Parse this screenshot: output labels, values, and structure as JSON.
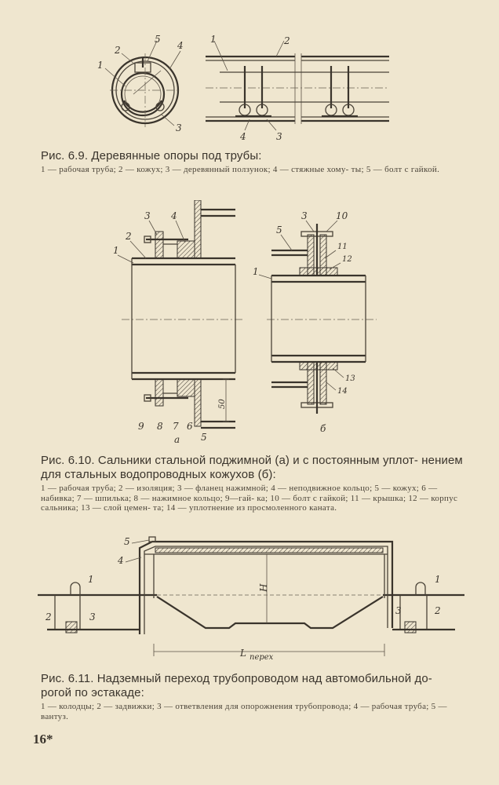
{
  "fig1": {
    "title": "Рис. 6.9. Деревянные опоры под трубы:",
    "legend": "1 — рабочая труба; 2 — кожух; 3 — деревянный ползунок; 4 — стяжные хому- ты; 5 — болт с гайкой.",
    "labels": [
      "1",
      "2",
      "3",
      "4",
      "5"
    ]
  },
  "fig2": {
    "title": "Рис. 6.10. Сальники стальной поджимной (а) и с постоянным уплот- нением для стальных водопроводных кожухов (б):",
    "legend": "1 — рабочая труба; 2 — изоляция; 3 — фланец нажимной; 4 — неподвижное кольцо; 5 — кожух; 6 — набивка; 7 — шпилька; 8 — нажимное кольцо; 9—гай- ка; 10 — болт с гайкой; 11 — крышка; 12 — корпус сальника; 13 — слой цемен- та; 14 — уплотнение из просмоленного каната.",
    "sub_a": "а",
    "sub_b": "б",
    "dim": "50"
  },
  "fig3": {
    "title": "Рис. 6.11. Надземный переход трубопроводом над автомобильной до- рогой по эстакаде:",
    "legend": "1 — колодцы; 2 — задвижки; 3 — ответвления для опорожнения трубопровода; 4 — рабочая труба; 5 — вантуз.",
    "dim_h": "H",
    "dim_l": "L",
    "dim_l_sub": "перех"
  },
  "page_number": "16*"
}
